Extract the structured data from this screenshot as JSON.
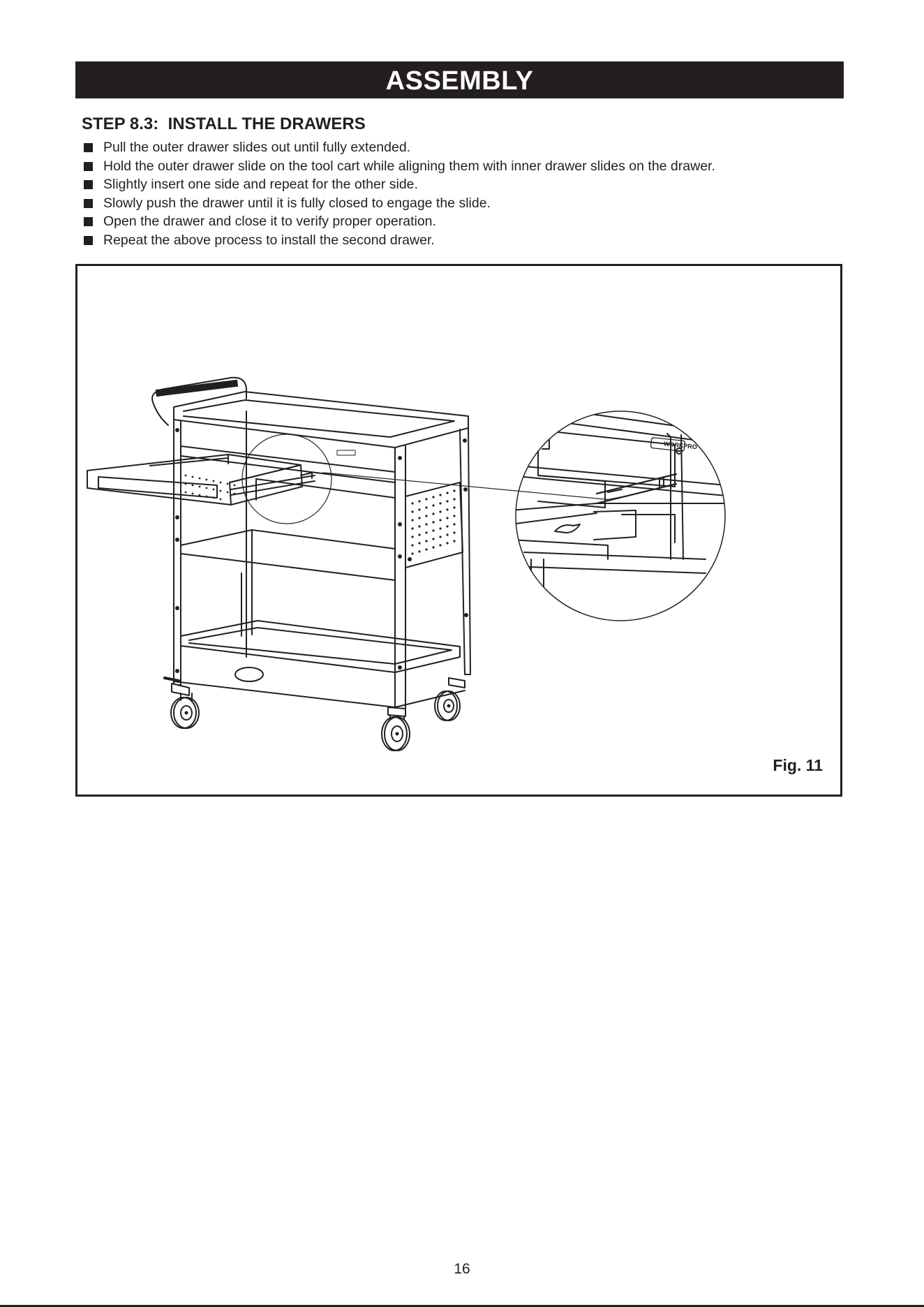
{
  "header": {
    "title": "ASSEMBLY"
  },
  "step": {
    "title": "STEP 8.3:  INSTALL THE DRAWERS",
    "items": [
      "Pull the outer drawer slides out until fully extended.",
      "Hold the outer drawer slide on the tool cart while aligning them with inner drawer slides on the drawer.",
      "Slightly insert one side and repeat for the other side.",
      "Slowly push the drawer until it is fully closed to engage the slide.",
      "Open the drawer and close it to verify proper operation.",
      "Repeat the above process to install the second drawer."
    ]
  },
  "figure": {
    "label": "Fig. 11",
    "brand_badge": "WORKPRO",
    "icons": [
      "tool-cart-illustration",
      "drawer-slide-detail-illustration"
    ]
  },
  "footer": {
    "page_number": "16"
  }
}
